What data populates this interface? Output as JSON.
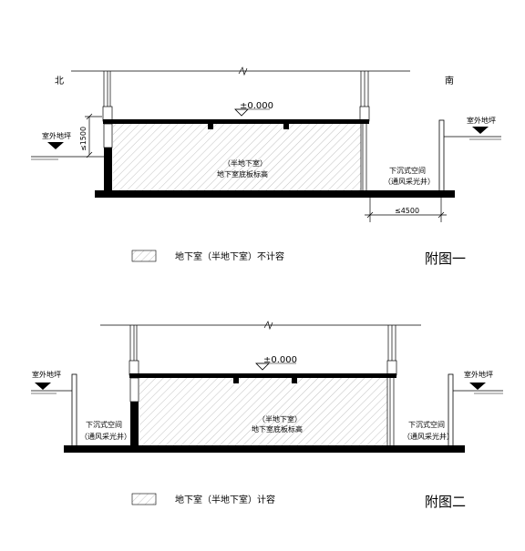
{
  "figure1": {
    "north": "北",
    "south": "南",
    "outdoor_grade_left": "室外地坪",
    "outdoor_grade_right": "室外地坪",
    "height_dim": "≤1500",
    "floor_level": "±0.000",
    "room_label_1": "（半地下室）",
    "room_label_2": "地下室底板标高",
    "sunken_label_1": "下沉式空间",
    "sunken_label_2": "（通风采光井）",
    "width_dim": "≤4500",
    "legend_text": "地下室（半地下室）不计容",
    "caption": "附图一"
  },
  "figure2": {
    "outdoor_grade_left": "室外地坪",
    "outdoor_grade_right": "室外地坪",
    "floor_level": "±0.000",
    "room_label_1": "（半地下室）",
    "room_label_2": "地下室底板标高",
    "sunken_left_1": "下沉式空间",
    "sunken_left_2": "（通风采光井）",
    "sunken_right_1": "下沉式空间",
    "sunken_right_2": "（通风采光井）",
    "legend_text": "地下室（半地下室）计容",
    "caption": "附图二"
  },
  "colors": {
    "line": "#000000",
    "hatch": "#9a9a9a",
    "background": "#ffffff"
  }
}
